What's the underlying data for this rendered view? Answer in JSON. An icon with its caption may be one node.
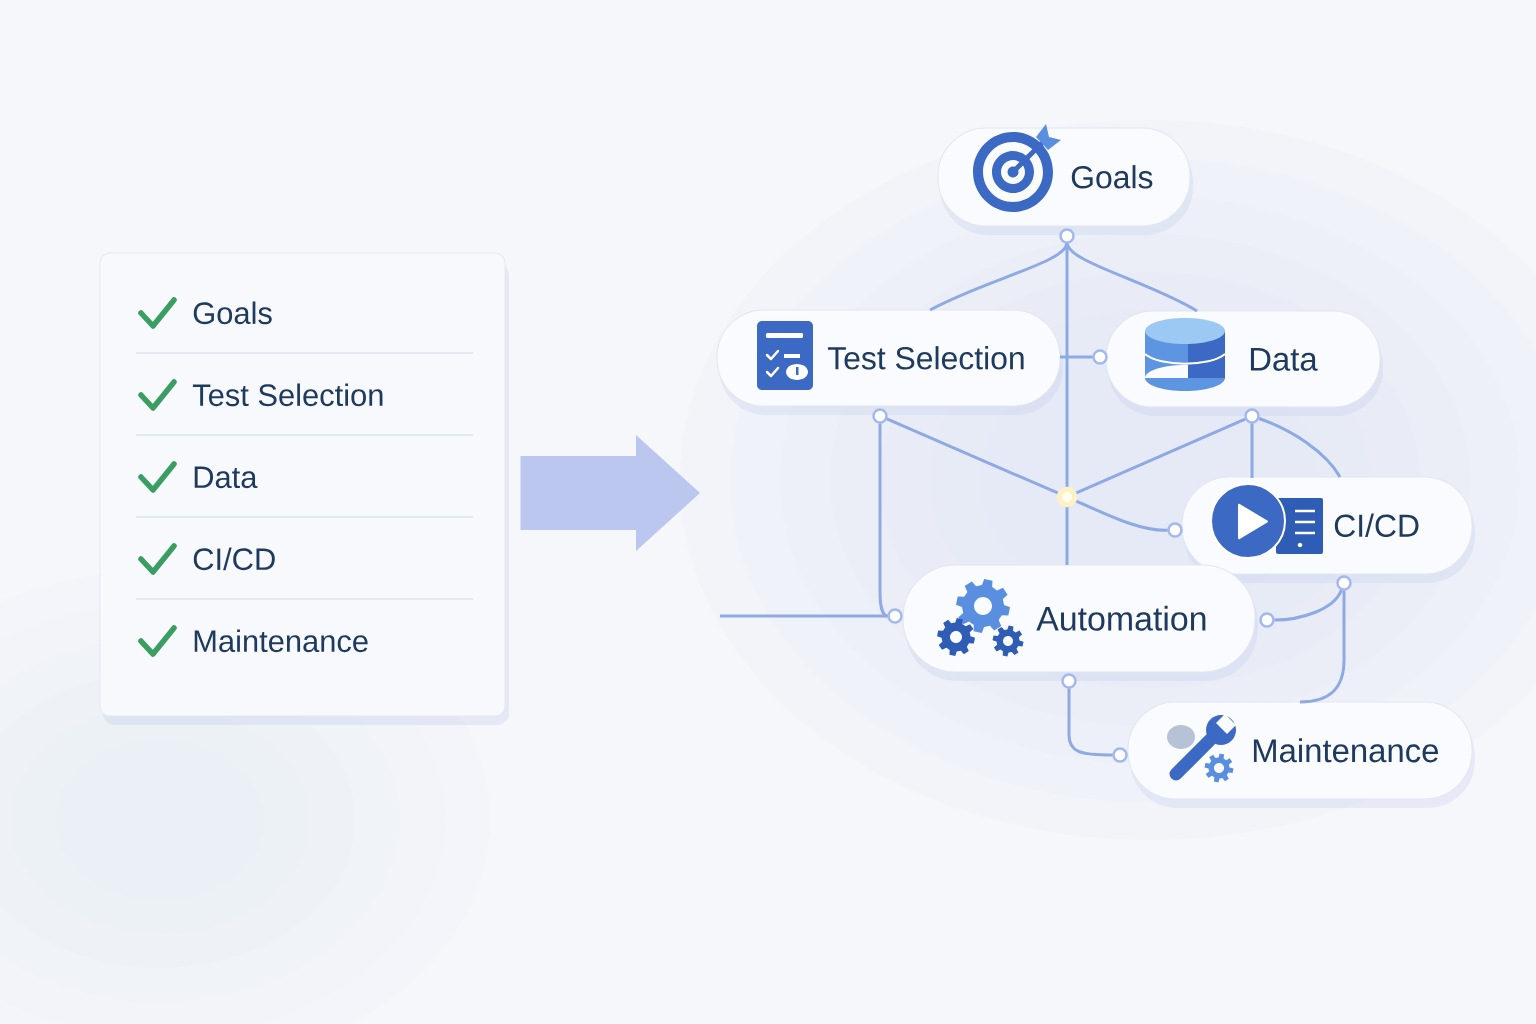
{
  "diagram": {
    "nodes": [
      {
        "text": [
          "Goals",
          "Test Selection",
          "Data",
          "CI/CD",
          "Maintenance"
        ]
      },
      {
        "text": [
          "Goals"
        ]
      },
      {
        "text": [
          "Test Selection"
        ]
      },
      {
        "text": [
          "Data"
        ]
      },
      {
        "text": [],
        "shape": "circle"
      },
      {
        "text": [
          "CI/CD"
        ]
      },
      {
        "text": [
          "Automation"
        ]
      },
      {
        "text": [
          "Maintenance"
        ]
      }
    ],
    "edges": [
      {
        "from": 0,
        "to": null,
        "arrow": "to"
      },
      {
        "from": 1,
        "to": 2,
        "arrow": "none"
      },
      {
        "from": 1,
        "to": 3,
        "arrow": "none"
      },
      {
        "from": 1,
        "to": 4,
        "arrow": "none"
      },
      {
        "from": 4,
        "to": 6,
        "arrow": "none"
      },
      {
        "from": 2,
        "to": 3,
        "arrow": "none"
      },
      {
        "from": 2,
        "to": 4,
        "arrow": "none"
      },
      {
        "from": 2,
        "to": 6,
        "arrow": "none"
      },
      {
        "from": 3,
        "to": 4,
        "arrow": "none"
      },
      {
        "from": 3,
        "to": 5,
        "arrow": "none"
      },
      {
        "from": 3,
        "to": 5,
        "arrow": "none"
      },
      {
        "from": 4,
        "to": 5,
        "arrow": "none"
      },
      {
        "from": 5,
        "to": 6,
        "arrow": "none"
      },
      {
        "from": 5,
        "to": 7,
        "arrow": "none"
      },
      {
        "from": 6,
        "to": 7,
        "arrow": "none"
      },
      {
        "from": null,
        "to": 6,
        "arrow": "none"
      }
    ]
  }
}
